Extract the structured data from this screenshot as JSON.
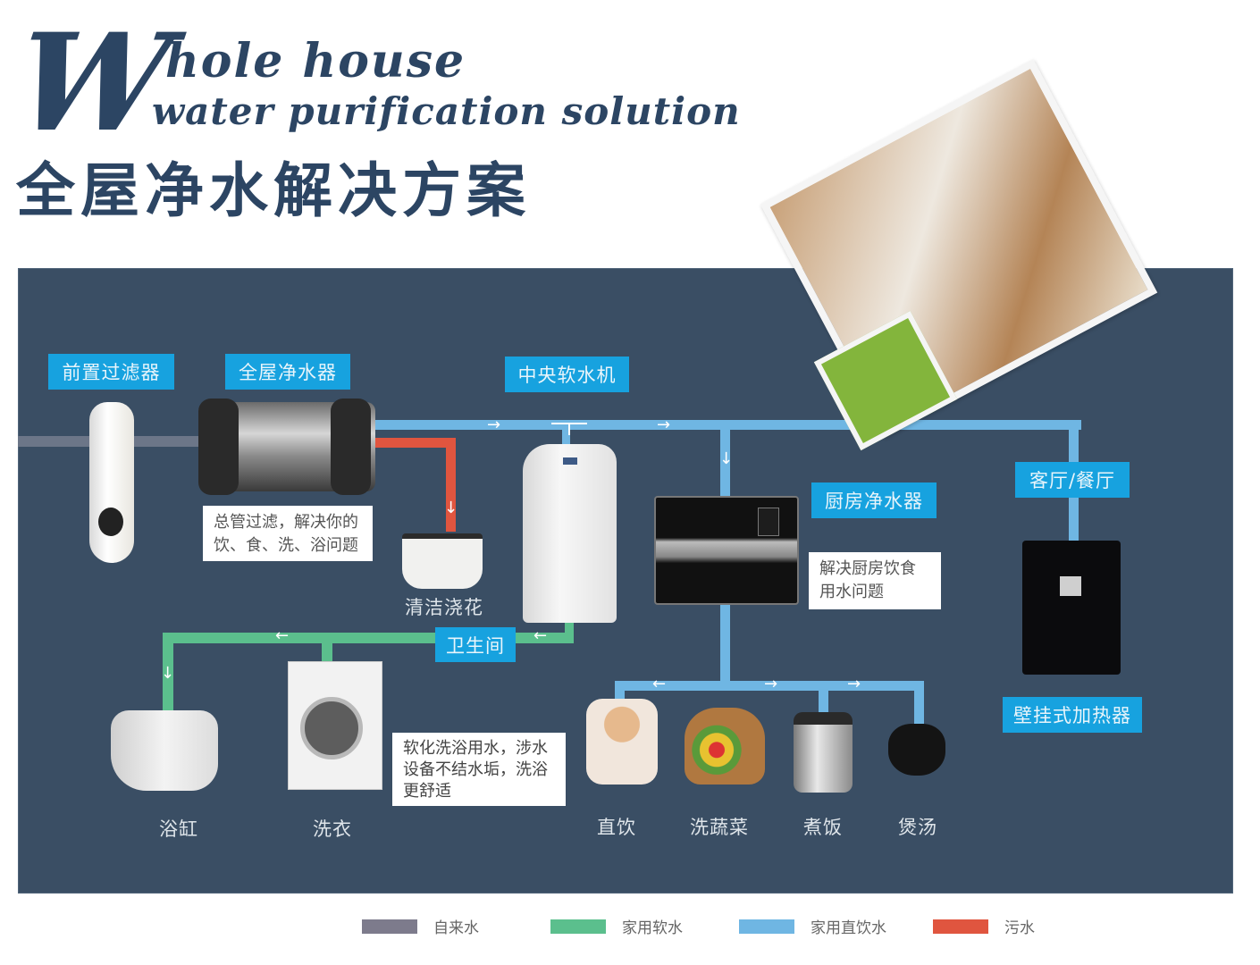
{
  "header": {
    "initial_letter": "W",
    "title_en_line1": "hole house",
    "title_en_line2": "water purification solution",
    "title_cn": "全屋净水解决方案"
  },
  "colors": {
    "panel_bg": "#3a4e64",
    "tag_bg": "#17a2df",
    "tap_water": "#7d7b8c",
    "soft_water": "#5bbf8d",
    "direct_drink_water": "#6fb6e3",
    "waste_water": "#e0553f",
    "title": "#2c4563"
  },
  "devices": {
    "pre_filter": "前置过滤器",
    "whole_house_purifier": "全屋净水器",
    "central_softener": "中央软水机",
    "kitchen_purifier": "厨房净水器",
    "living_dining": "客厅/餐厅",
    "wall_heater": "壁挂式加热器",
    "bathroom": "卫生间"
  },
  "notes": {
    "main_filter": "总管过滤，解决你的饮、食、洗、浴问题",
    "kitchen": "解决厨房饮食用水问题",
    "softening": "软化洗浴用水，涉水设备不结水垢，洗浴更舒适"
  },
  "outlets": {
    "garden": "清洁浇花",
    "bathtub": "浴缸",
    "laundry": "洗衣",
    "drink": "直饮",
    "wash_veg": "洗蔬菜",
    "cook_rice": "煮饭",
    "soup": "煲汤"
  },
  "legend": [
    {
      "label": "自来水",
      "color": "#7d7b8c"
    },
    {
      "label": "家用软水",
      "color": "#5bbf8d"
    },
    {
      "label": "家用直饮水",
      "color": "#6fb6e3"
    },
    {
      "label": "污水",
      "color": "#e0553f"
    }
  ],
  "arrows": {
    "right": "→",
    "left": "←",
    "down": "↓"
  }
}
